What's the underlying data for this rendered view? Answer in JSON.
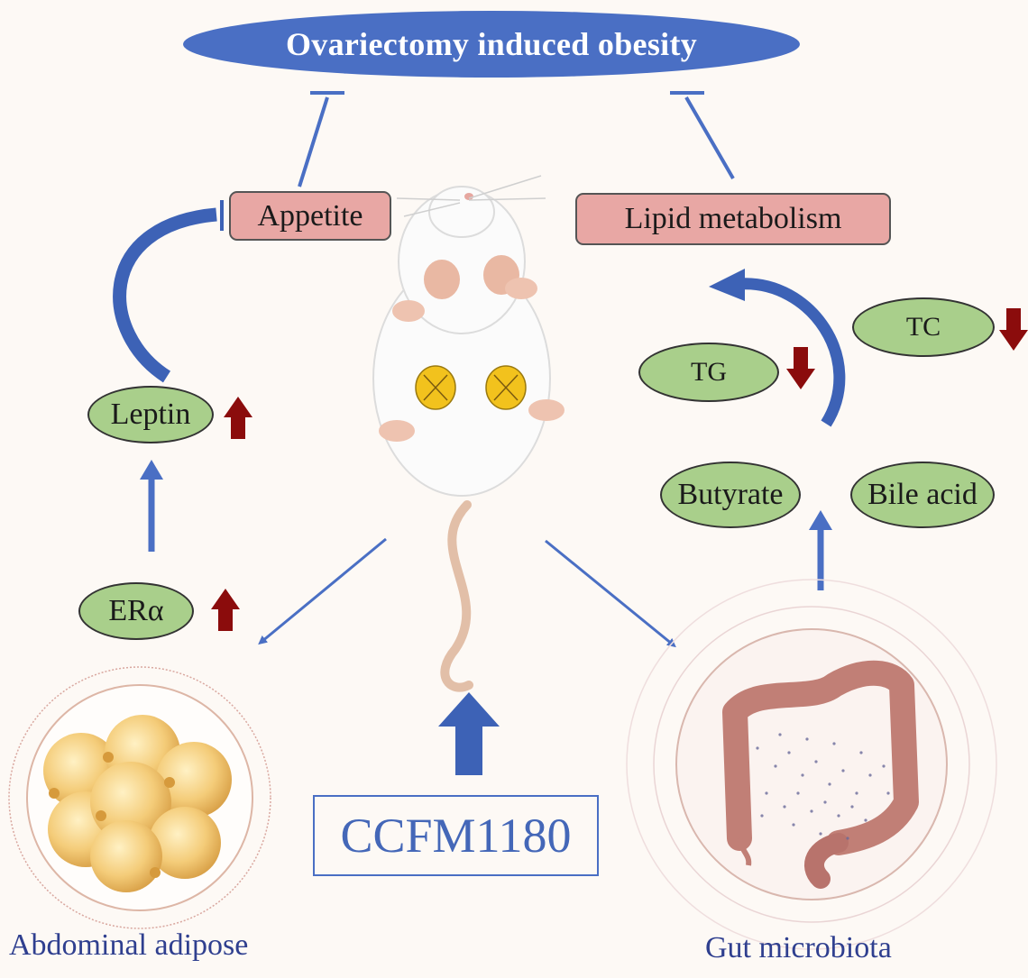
{
  "title": "Ovariectomy induced obesity",
  "nodes": {
    "appetite": "Appetite",
    "lipid_metabolism": "Lipid metabolism",
    "leptin": "Leptin",
    "er_alpha": "ERα",
    "tg": "TG",
    "tc": "TC",
    "butyrate": "Butyrate",
    "bile_acid": "Bile acid"
  },
  "treatment": "CCFM1180",
  "captions": {
    "left": "Abdominal adipose",
    "right": "Gut microbiota"
  },
  "indicators": {
    "leptin": "up",
    "er_alpha": "up",
    "tg": "down",
    "tc": "down"
  },
  "colors": {
    "title_fill": "#4a6fc4",
    "arrow_blue": "#4a6fc4",
    "indicator_red": "#8b0c0c",
    "pink_box": "#e8a7a4",
    "green_oval": "#a9cf8b"
  }
}
